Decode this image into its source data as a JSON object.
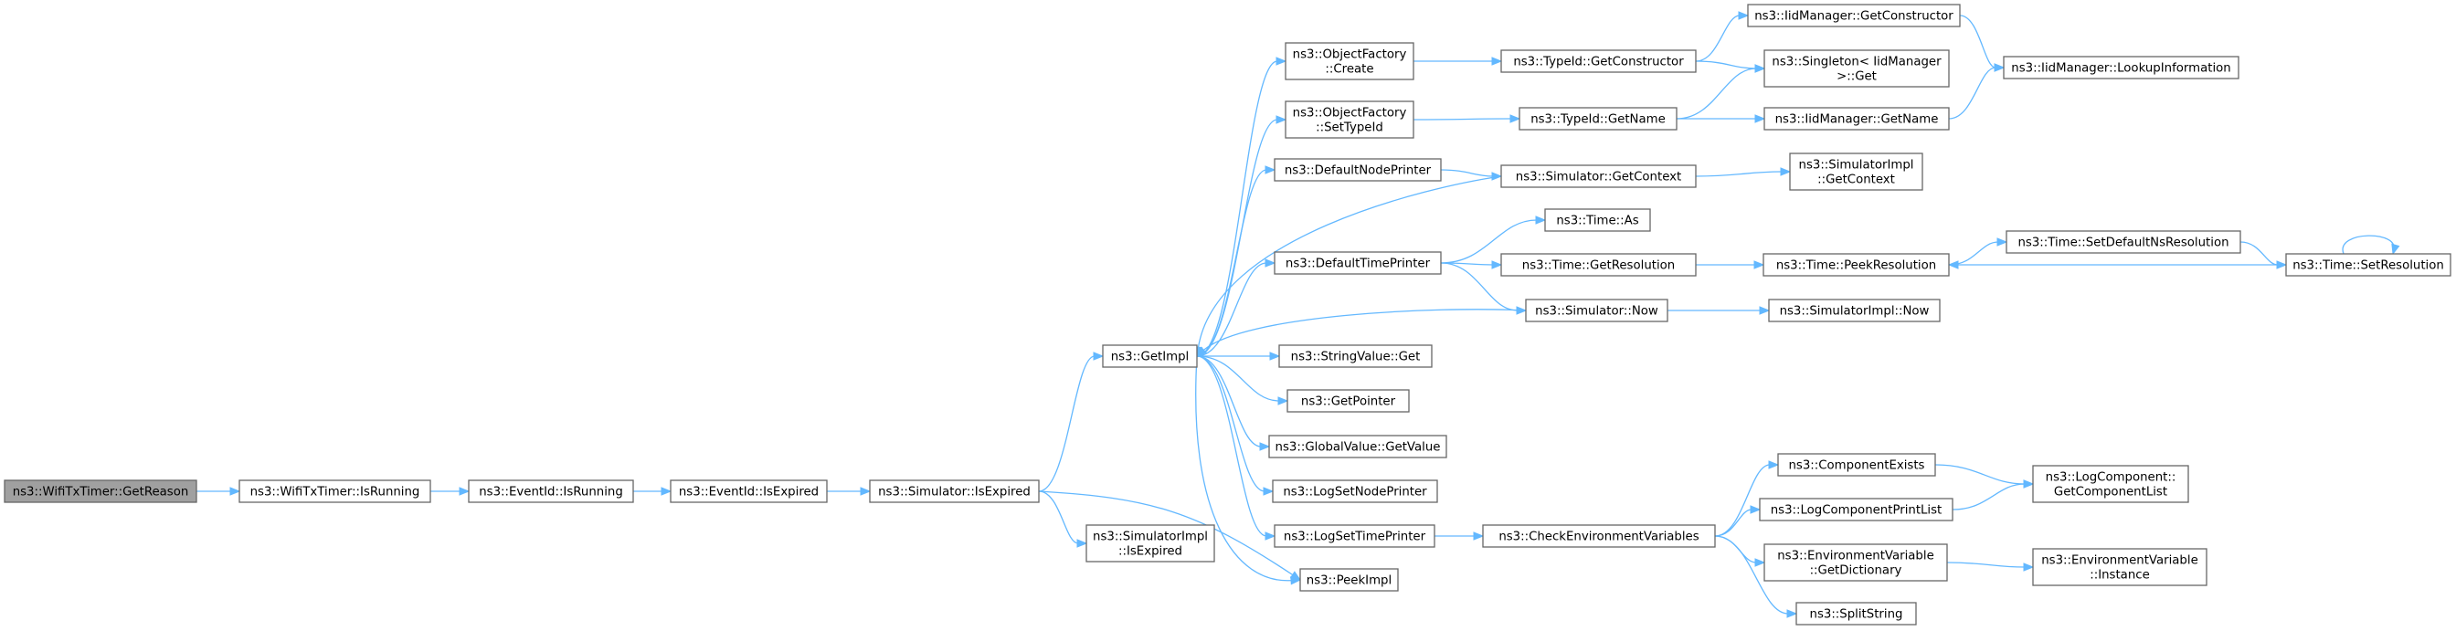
{
  "diagram": {
    "edge_color": "#63b8ff",
    "node_border_color": "#666666",
    "root_fill_color": "#a0a0a0",
    "nodes": [
      {
        "id": "root",
        "lines": [
          "ns3::WifiTxTimer::GetReason"
        ]
      },
      {
        "id": "wifiIsRunning",
        "lines": [
          "ns3::WifiTxTimer::IsRunning"
        ]
      },
      {
        "id": "eventIsRunning",
        "lines": [
          "ns3::EventId::IsRunning"
        ]
      },
      {
        "id": "eventIsExpired",
        "lines": [
          "ns3::EventId::IsExpired"
        ]
      },
      {
        "id": "simIsExpired",
        "lines": [
          "ns3::Simulator::IsExpired"
        ]
      },
      {
        "id": "getImpl",
        "lines": [
          "ns3::GetImpl"
        ]
      },
      {
        "id": "simImplIsExpired",
        "lines": [
          "ns3::SimulatorImpl",
          "::IsExpired"
        ]
      },
      {
        "id": "peekImpl",
        "lines": [
          "ns3::PeekImpl"
        ]
      },
      {
        "id": "objFactoryCreate",
        "lines": [
          "ns3::ObjectFactory",
          "::Create"
        ]
      },
      {
        "id": "objFactorySetTypeId",
        "lines": [
          "ns3::ObjectFactory",
          "::SetTypeId"
        ]
      },
      {
        "id": "defaultNodePrinter",
        "lines": [
          "ns3::DefaultNodePrinter"
        ]
      },
      {
        "id": "defaultTimePrinter",
        "lines": [
          "ns3::DefaultTimePrinter"
        ]
      },
      {
        "id": "stringValueGet",
        "lines": [
          "ns3::StringValue::Get"
        ]
      },
      {
        "id": "getPointer",
        "lines": [
          "ns3::GetPointer"
        ]
      },
      {
        "id": "globalValueGetValue",
        "lines": [
          "ns3::GlobalValue::GetValue"
        ]
      },
      {
        "id": "logSetNodePrinter",
        "lines": [
          "ns3::LogSetNodePrinter"
        ]
      },
      {
        "id": "logSetTimePrinter",
        "lines": [
          "ns3::LogSetTimePrinter"
        ]
      },
      {
        "id": "typeIdGetConstructor",
        "lines": [
          "ns3::TypeId::GetConstructor"
        ]
      },
      {
        "id": "typeIdGetName",
        "lines": [
          "ns3::TypeId::GetName"
        ]
      },
      {
        "id": "simGetContext",
        "lines": [
          "ns3::Simulator::GetContext"
        ]
      },
      {
        "id": "timeAs",
        "lines": [
          "ns3::Time::As"
        ]
      },
      {
        "id": "timeGetResolution",
        "lines": [
          "ns3::Time::GetResolution"
        ]
      },
      {
        "id": "simNow",
        "lines": [
          "ns3::Simulator::Now"
        ]
      },
      {
        "id": "checkEnvVars",
        "lines": [
          "ns3::CheckEnvironmentVariables"
        ]
      },
      {
        "id": "iidGetConstructor",
        "lines": [
          "ns3::IidManager::GetConstructor"
        ]
      },
      {
        "id": "singletonGet",
        "lines": [
          "ns3::Singleton< IidManager",
          " >::Get"
        ]
      },
      {
        "id": "iidGetName",
        "lines": [
          "ns3::IidManager::GetName"
        ]
      },
      {
        "id": "simImplGetContext",
        "lines": [
          "ns3::SimulatorImpl",
          "::GetContext"
        ]
      },
      {
        "id": "timePeekResolution",
        "lines": [
          "ns3::Time::PeekResolution"
        ]
      },
      {
        "id": "simImplNow",
        "lines": [
          "ns3::SimulatorImpl::Now"
        ]
      },
      {
        "id": "componentExists",
        "lines": [
          "ns3::ComponentExists"
        ]
      },
      {
        "id": "logComponentPrintList",
        "lines": [
          "ns3::LogComponentPrintList"
        ]
      },
      {
        "id": "envVarGetDictionary",
        "lines": [
          "ns3::EnvironmentVariable",
          "::GetDictionary"
        ]
      },
      {
        "id": "splitString",
        "lines": [
          "ns3::SplitString"
        ]
      },
      {
        "id": "iidLookupInformation",
        "lines": [
          "ns3::IidManager::LookupInformation"
        ]
      },
      {
        "id": "timeSetDefaultNsResolution",
        "lines": [
          "ns3::Time::SetDefaultNsResolution"
        ]
      },
      {
        "id": "timeSetResolution",
        "lines": [
          "ns3::Time::SetResolution"
        ]
      },
      {
        "id": "logComponentGetComponentList",
        "lines": [
          "ns3::LogComponent::",
          "GetComponentList"
        ]
      },
      {
        "id": "envVarInstance",
        "lines": [
          "ns3::EnvironmentVariable",
          "::Instance"
        ]
      }
    ],
    "edges": [
      {
        "from": "root",
        "to": "wifiIsRunning"
      },
      {
        "from": "wifiIsRunning",
        "to": "eventIsRunning"
      },
      {
        "from": "eventIsRunning",
        "to": "eventIsExpired"
      },
      {
        "from": "eventIsExpired",
        "to": "simIsExpired"
      },
      {
        "from": "simIsExpired",
        "to": "getImpl"
      },
      {
        "from": "simIsExpired",
        "to": "simImplIsExpired"
      },
      {
        "from": "simIsExpired",
        "to": "peekImpl"
      },
      {
        "from": "getImpl",
        "to": "objFactoryCreate"
      },
      {
        "from": "getImpl",
        "to": "objFactorySetTypeId"
      },
      {
        "from": "getImpl",
        "to": "defaultNodePrinter"
      },
      {
        "from": "getImpl",
        "to": "defaultTimePrinter"
      },
      {
        "from": "getImpl",
        "to": "stringValueGet"
      },
      {
        "from": "getImpl",
        "to": "getPointer"
      },
      {
        "from": "getImpl",
        "to": "globalValueGetValue"
      },
      {
        "from": "getImpl",
        "to": "logSetNodePrinter"
      },
      {
        "from": "getImpl",
        "to": "logSetTimePrinter"
      },
      {
        "from": "getImpl",
        "to": "peekImpl"
      },
      {
        "from": "objFactoryCreate",
        "to": "typeIdGetConstructor"
      },
      {
        "from": "objFactorySetTypeId",
        "to": "typeIdGetName"
      },
      {
        "from": "defaultNodePrinter",
        "to": "simGetContext"
      },
      {
        "from": "defaultTimePrinter",
        "to": "timeAs"
      },
      {
        "from": "defaultTimePrinter",
        "to": "timeGetResolution"
      },
      {
        "from": "defaultTimePrinter",
        "to": "simNow"
      },
      {
        "from": "logSetTimePrinter",
        "to": "checkEnvVars"
      },
      {
        "from": "typeIdGetConstructor",
        "to": "iidGetConstructor"
      },
      {
        "from": "typeIdGetConstructor",
        "to": "singletonGet"
      },
      {
        "from": "typeIdGetName",
        "to": "singletonGet"
      },
      {
        "from": "typeIdGetName",
        "to": "iidGetName"
      },
      {
        "from": "simGetContext",
        "to": "simImplGetContext"
      },
      {
        "from": "simGetContext",
        "to": "getImpl"
      },
      {
        "from": "timeGetResolution",
        "to": "timePeekResolution"
      },
      {
        "from": "simNow",
        "to": "simImplNow"
      },
      {
        "from": "simNow",
        "to": "getImpl"
      },
      {
        "from": "iidGetConstructor",
        "to": "iidLookupInformation"
      },
      {
        "from": "iidGetName",
        "to": "iidLookupInformation"
      },
      {
        "from": "timePeekResolution",
        "to": "timeSetDefaultNsResolution"
      },
      {
        "from": "timeSetDefaultNsResolution",
        "to": "timeSetResolution"
      },
      {
        "from": "timeSetResolution",
        "to": "timePeekResolution"
      },
      {
        "from": "timeSetResolution",
        "to": "timeSetResolution"
      },
      {
        "from": "checkEnvVars",
        "to": "componentExists"
      },
      {
        "from": "checkEnvVars",
        "to": "logComponentPrintList"
      },
      {
        "from": "checkEnvVars",
        "to": "envVarGetDictionary"
      },
      {
        "from": "checkEnvVars",
        "to": "splitString"
      },
      {
        "from": "componentExists",
        "to": "logComponentGetComponentList"
      },
      {
        "from": "logComponentPrintList",
        "to": "logComponentGetComponentList"
      },
      {
        "from": "envVarGetDictionary",
        "to": "envVarInstance"
      }
    ]
  }
}
